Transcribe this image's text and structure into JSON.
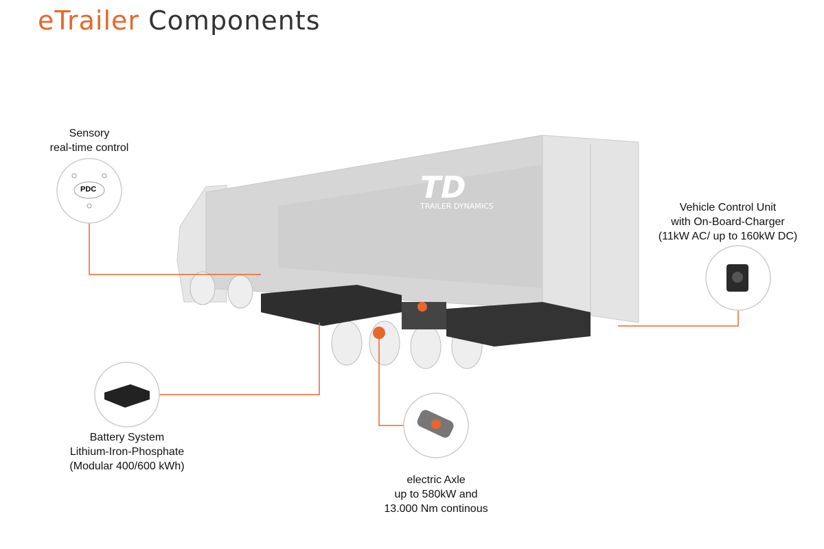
{
  "title": {
    "part1": "eTrailer",
    "part2": "Components"
  },
  "brand": {
    "logo_text": "TRAILER DYNAMICS"
  },
  "components": [
    {
      "name": "sensory",
      "lines": [
        "Sensory",
        "real-time control"
      ],
      "icon_text": "PDC"
    },
    {
      "name": "vcu",
      "lines": [
        "Vehicle Control Unit",
        "with On-Board-Charger",
        "(11kW AC/ up to 160kW DC)"
      ]
    },
    {
      "name": "battery",
      "lines": [
        "Battery System",
        "Lithium-Iron-Phosphate",
        "(Modular 400/600 kWh)"
      ]
    },
    {
      "name": "axle",
      "lines": [
        "electric Axle",
        "up to 580kW and",
        "13.000 Nm continous"
      ]
    }
  ],
  "colors": {
    "accent": "#e8662a",
    "dark": "#333333"
  }
}
